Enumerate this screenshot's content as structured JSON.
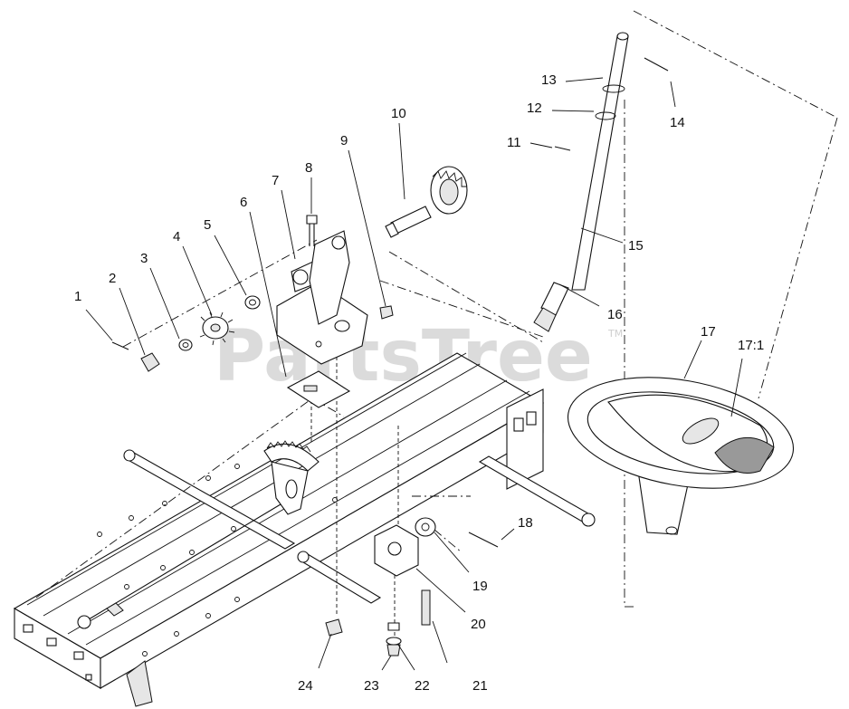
{
  "watermark": {
    "text": "PartsTree",
    "trademark": "TM"
  },
  "callouts": [
    {
      "id": "c1",
      "label": "1"
    },
    {
      "id": "c2",
      "label": "2"
    },
    {
      "id": "c3",
      "label": "3"
    },
    {
      "id": "c4",
      "label": "4"
    },
    {
      "id": "c5",
      "label": "5"
    },
    {
      "id": "c6",
      "label": "6"
    },
    {
      "id": "c7",
      "label": "7"
    },
    {
      "id": "c8",
      "label": "8"
    },
    {
      "id": "c9",
      "label": "9"
    },
    {
      "id": "c10",
      "label": "10"
    },
    {
      "id": "c11",
      "label": "11"
    },
    {
      "id": "c12",
      "label": "12"
    },
    {
      "id": "c13",
      "label": "13"
    },
    {
      "id": "c14",
      "label": "14"
    },
    {
      "id": "c15",
      "label": "15"
    },
    {
      "id": "c16",
      "label": "16"
    },
    {
      "id": "c17",
      "label": "17"
    },
    {
      "id": "c17-1",
      "label": "17:1"
    },
    {
      "id": "c18",
      "label": "18"
    },
    {
      "id": "c19",
      "label": "19"
    },
    {
      "id": "c20",
      "label": "20"
    },
    {
      "id": "c21",
      "label": "21"
    },
    {
      "id": "c22",
      "label": "22"
    },
    {
      "id": "c23",
      "label": "23"
    },
    {
      "id": "c24",
      "label": "24"
    }
  ]
}
